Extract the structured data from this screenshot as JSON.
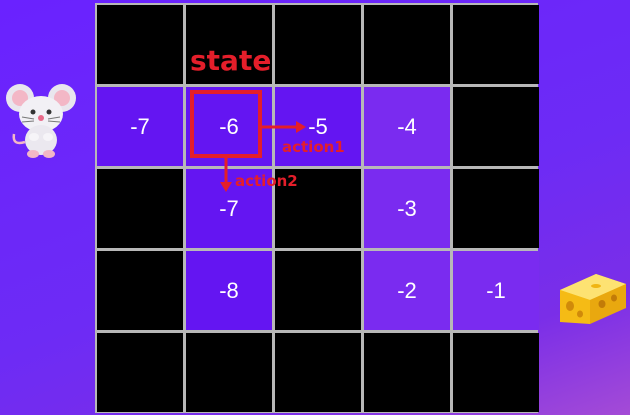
{
  "grid": {
    "rows": [
      [
        "",
        "",
        "",
        "",
        ""
      ],
      [
        "-7",
        "-6",
        "-5",
        "-4",
        ""
      ],
      [
        "",
        "-7",
        "",
        "-3",
        ""
      ],
      [
        "",
        "-8",
        "",
        "-2",
        "-1"
      ],
      [
        "",
        "",
        "",
        "",
        ""
      ]
    ],
    "walls": [
      [
        true,
        true,
        true,
        true,
        true
      ],
      [
        false,
        false,
        false,
        false,
        true
      ],
      [
        true,
        false,
        true,
        false,
        true
      ],
      [
        true,
        false,
        true,
        false,
        false
      ],
      [
        true,
        true,
        true,
        true,
        true
      ]
    ]
  },
  "annotations": {
    "state_label": "state",
    "action1_label": "action1",
    "action2_label": "action2"
  },
  "colors": {
    "accent_red": "#e41e2a",
    "open_cell": "#6415f2",
    "wall_cell": "#000000"
  },
  "icons": {
    "agent": "mouse-icon",
    "goal": "cheese-icon"
  }
}
